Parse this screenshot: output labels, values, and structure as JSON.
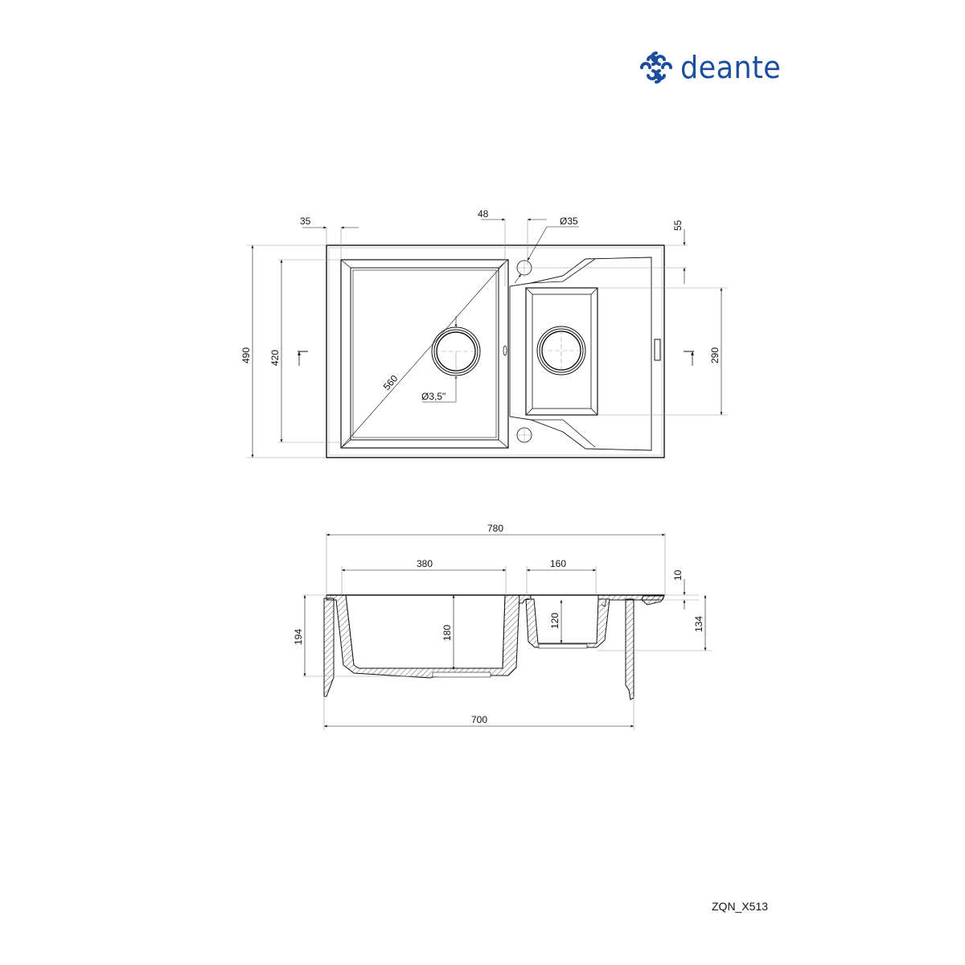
{
  "brand": {
    "name": "deante",
    "color": "#1d4e9e"
  },
  "product_code": "ZQN_X513",
  "top_view": {
    "dimensions": {
      "margin_left": "35",
      "tap_offset": "48",
      "tap_hole": "Ø35",
      "top_edge_offset": "55",
      "overall_depth": "490",
      "main_bowl_depth": "420",
      "main_bowl_diagonal": "560",
      "drain_size": "Ø3,5\"",
      "small_bowl_depth": "290"
    }
  },
  "side_view": {
    "dimensions": {
      "overall_width": "780",
      "main_bowl_width": "380",
      "small_bowl_width": "160",
      "rim_thickness": "10",
      "overall_height": "194",
      "main_bowl_height": "180",
      "small_bowl_height": "120",
      "small_bowl_total": "134",
      "cabinet_width": "700"
    }
  }
}
